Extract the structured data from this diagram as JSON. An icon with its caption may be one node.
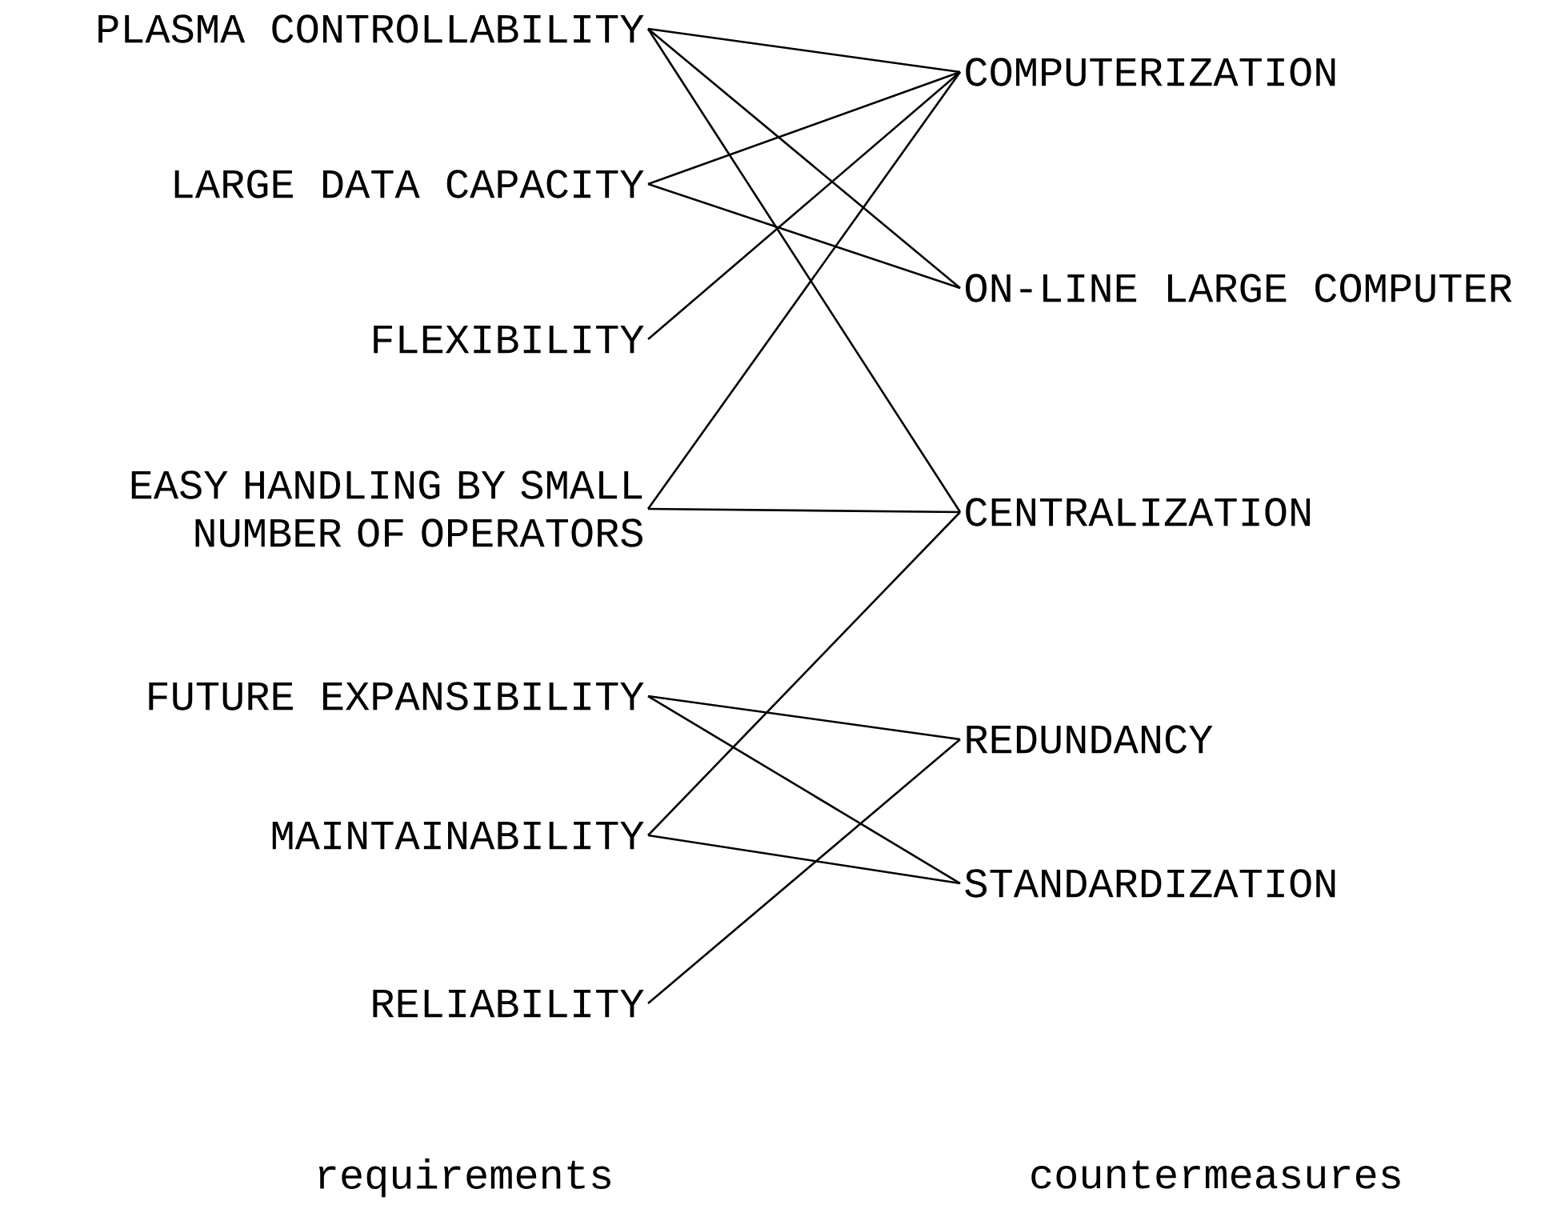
{
  "diagram": {
    "nodes": [
      {
        "text": [
          "PLASMA CONTROLLABILITY"
        ]
      },
      {
        "text": [
          "LARGE DATA CAPACITY"
        ]
      },
      {
        "text": [
          "FLEXIBILITY"
        ]
      },
      {
        "text": [
          "EASY HANDLING BY SMALL NUMBER OF OPERATORS"
        ]
      },
      {
        "text": [
          "FUTURE EXPANSIBILITY"
        ]
      },
      {
        "text": [
          "MAINTAINABILITY"
        ]
      },
      {
        "text": [
          "RELIABILITY"
        ]
      },
      {
        "text": [
          "COMPUTERIZATION"
        ]
      },
      {
        "text": [
          "ON-LINE LARGE COMPUTER"
        ]
      },
      {
        "text": [
          "CENTRALIZATION"
        ]
      },
      {
        "text": [
          "REDUNDANCY"
        ]
      },
      {
        "text": [
          "STANDARDIZATION"
        ]
      }
    ],
    "edges": [
      {
        "from": 0,
        "to": 7,
        "arrow": "none"
      },
      {
        "from": 0,
        "to": 8,
        "arrow": "none"
      },
      {
        "from": 0,
        "to": 9,
        "arrow": "none"
      },
      {
        "from": 1,
        "to": 7,
        "arrow": "none"
      },
      {
        "from": 1,
        "to": 8,
        "arrow": "none"
      },
      {
        "from": 2,
        "to": 7,
        "arrow": "none"
      },
      {
        "from": 3,
        "to": 7,
        "arrow": "none"
      },
      {
        "from": 3,
        "to": 9,
        "arrow": "none"
      },
      {
        "from": 4,
        "to": 10,
        "arrow": "none"
      },
      {
        "from": 4,
        "to": 11,
        "arrow": "none"
      },
      {
        "from": 5,
        "to": 9,
        "arrow": "none"
      },
      {
        "from": 5,
        "to": 11,
        "arrow": "none"
      },
      {
        "from": 6,
        "to": 10,
        "arrow": "none"
      }
    ],
    "labels": [
      "requirements",
      "countermeasures"
    ]
  }
}
